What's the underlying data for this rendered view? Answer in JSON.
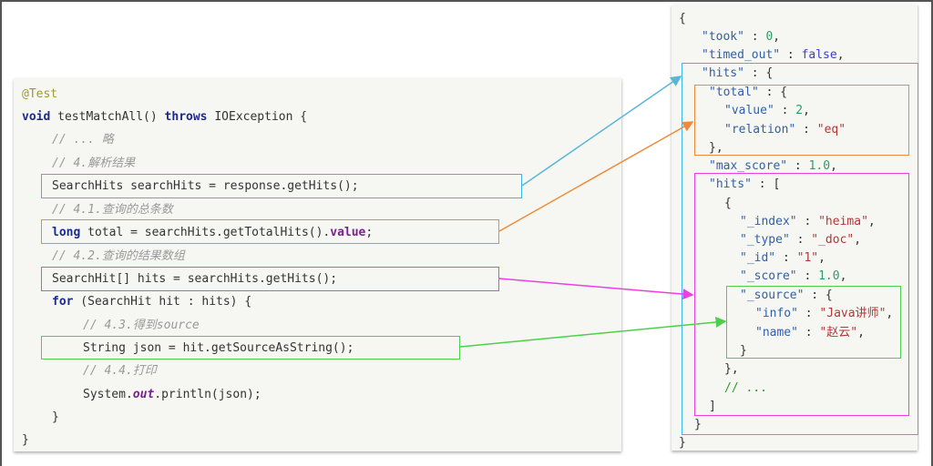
{
  "colors": {
    "blue": "#3bb6e8",
    "orange": "#ee8a3a",
    "magenta": "#ee3ee0",
    "green": "#4bd04b"
  },
  "code": {
    "annotation": "@Test",
    "sig_void": "void",
    "sig_method": " testMatchAll() ",
    "sig_throws": "throws",
    "sig_rest": " IOException {",
    "comment_omit": "// ... 略",
    "comment_parse": "// 4.解析结果",
    "line_searchhits": "SearchHits searchHits = response.getHits();",
    "comment_total": "// 4.1.查询的总条数",
    "total_kw": "long",
    "total_mid": " total = searchHits.getTotalHits().",
    "total_field": "value",
    "total_end": ";",
    "comment_array": "// 4.2.查询的结果数组",
    "line_hits": "SearchHit[] hits = searchHits.getHits();",
    "for_kw": "for",
    "for_rest": " (SearchHit hit : hits) {",
    "comment_source": "// 4.3.得到source",
    "line_json": "String json = hit.getSourceAsString();",
    "comment_print": "// 4.4.打印",
    "print_pre": "System.",
    "print_field": "out",
    "print_post": ".println(json);",
    "close_for": "}",
    "close_method": "}"
  },
  "json": {
    "open": "{",
    "took_key": "\"took\"",
    "took_val": "0",
    "timed_out_key": "\"timed_out\"",
    "timed_out_val": "false",
    "hits_key": "\"hits\"",
    "total_key": "\"total\"",
    "value_key": "\"value\"",
    "value_val": "2",
    "relation_key": "\"relation\"",
    "relation_val": "\"eq\"",
    "total_close": "},",
    "max_score_key": "\"max_score\"",
    "max_score_val": "1.0",
    "hits_arr_key": "\"hits\"",
    "obj_open": "{",
    "index_key": "\"_index\"",
    "index_val": "\"heima\"",
    "type_key": "\"_type\"",
    "type_val": "\"_doc\"",
    "id_key": "\"_id\"",
    "id_val": "\"1\"",
    "score_key": "\"_score\"",
    "score_val": "1.0",
    "source_key": "\"_source\"",
    "info_key": "\"info\"",
    "info_val": "\"Java讲师\"",
    "name_key": "\"name\"",
    "name_val": "\"赵云\"",
    "source_close": "}",
    "obj_close": "},",
    "ellipsis_comment": "// ...",
    "arr_close": "]",
    "hits_close": "}",
    "close": "}"
  }
}
